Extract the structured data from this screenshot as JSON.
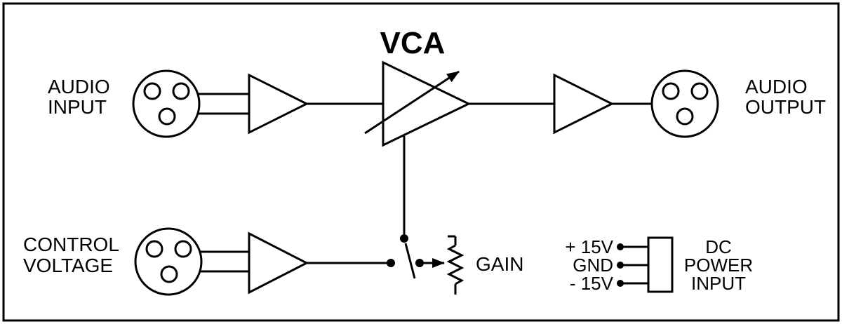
{
  "diagram": {
    "title": "VCA",
    "labels": {
      "audio_input_line1": "AUDIO",
      "audio_input_line2": "INPUT",
      "audio_output_line1": "AUDIO",
      "audio_output_line2": "OUTPUT",
      "control_voltage_line1": "CONTROL",
      "control_voltage_line2": "VOLTAGE",
      "gain": "GAIN",
      "plus_15v": "+ 15V",
      "gnd": "GND",
      "minus_15v": "- 15V",
      "dc_power_line1": "DC",
      "dc_power_line2": "POWER",
      "dc_power_line3": "INPUT"
    },
    "colors": {
      "line": "#000000",
      "background": "#ffffff"
    }
  }
}
